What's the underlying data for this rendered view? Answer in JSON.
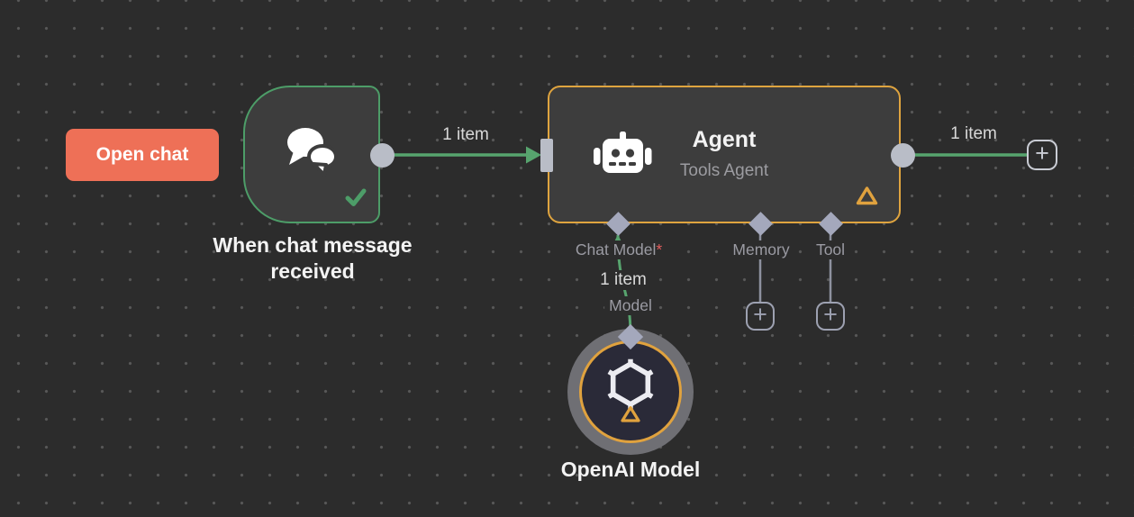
{
  "canvas": {
    "background": "#2c2c2c",
    "dot_color": "#585858",
    "wire_green": "#57a46e",
    "accent_orange": "#dfa43f",
    "trigger_green": "#4d9d68",
    "coral": "#ee7057",
    "connector_gray": "#b9bdc7",
    "diamond_lavender": "#a4a8bc"
  },
  "open_chat_button": {
    "label": "Open chat"
  },
  "trigger_node": {
    "label_line1": "When chat message",
    "label_line2": "received",
    "icon": "chat-bubbles-icon",
    "status_icon": "success-check-icon"
  },
  "agent_node": {
    "title": "Agent",
    "subtitle": "Tools Agent",
    "icon": "robot-icon",
    "warning_icon": "warning-triangle-icon",
    "ports": [
      {
        "label": "Chat Model",
        "required_marker": "*"
      },
      {
        "label": "Memory"
      },
      {
        "label": "Tool"
      }
    ]
  },
  "openai_node": {
    "label": "OpenAI Model",
    "icon": "openai-logo-icon",
    "warning_icon": "warning-triangle-icon",
    "port_label": "Model"
  },
  "connections": {
    "trigger_to_agent": {
      "label": "1 item"
    },
    "agent_output": {
      "label": "1 item"
    },
    "model_to_agent": {
      "label": "1 item"
    }
  },
  "plus_glyph": "+"
}
